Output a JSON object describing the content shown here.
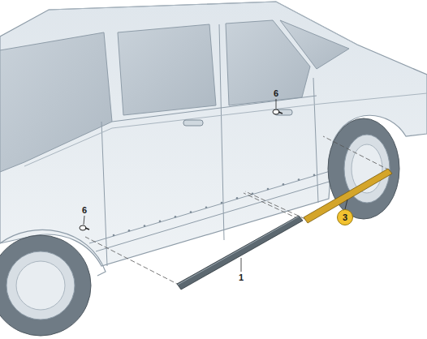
{
  "diagram": {
    "nodes": [
      {
        "text": [
          "3"
        ]
      }
    ],
    "labels": [
      "6",
      "6",
      "1"
    ]
  }
}
